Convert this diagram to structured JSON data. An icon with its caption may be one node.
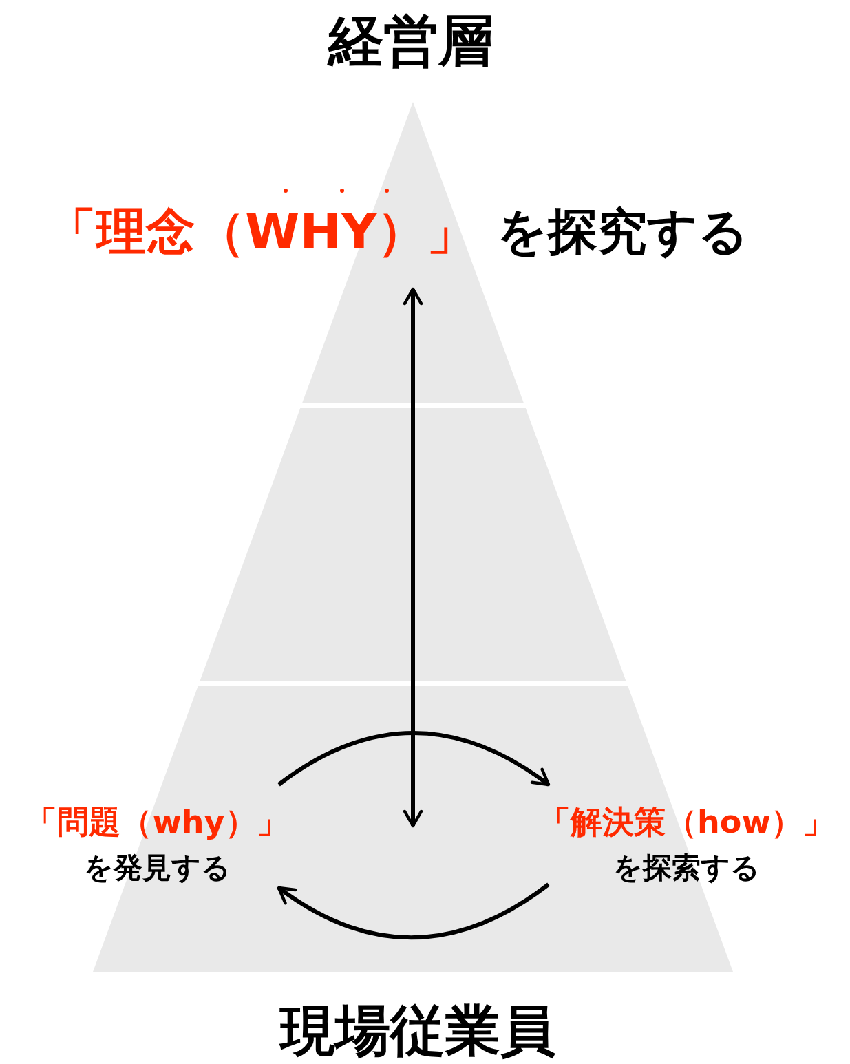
{
  "diagram": {
    "nodes": [
      {
        "text": [
          "「理念（WHY）」",
          "を探究する"
        ]
      },
      {
        "text": [
          "「問題（why）」",
          "を発見する"
        ]
      },
      {
        "text": [
          "「解決策（how）」",
          "を探索する"
        ]
      }
    ],
    "edges": [
      {
        "from": 0,
        "to": null,
        "arrow": "both"
      },
      {
        "from": 1,
        "to": 2,
        "arrow": "to"
      },
      {
        "from": 2,
        "to": 1,
        "arrow": "to"
      }
    ],
    "labels": [
      "経営層",
      "現場従業員"
    ]
  }
}
